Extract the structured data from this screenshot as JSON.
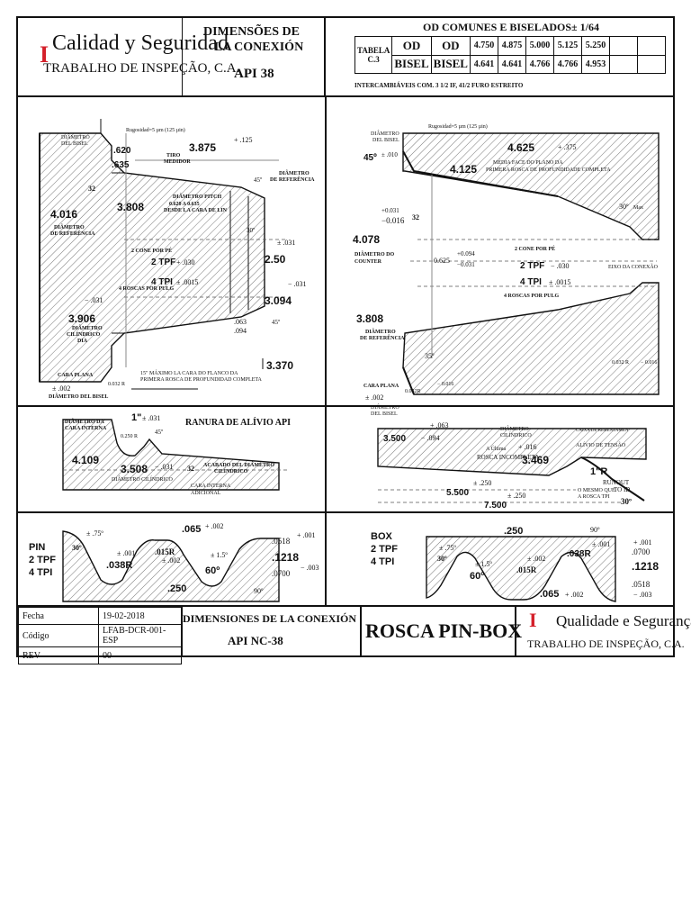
{
  "header": {
    "logo_letter": "I",
    "company_es": "Calidad y Seguridad",
    "company_sub": "TRABALHO DE INSPEÇÃO, C.A.",
    "title_line1": "DIMENSÕES DE",
    "title_line2": "LA CONEXIÓN",
    "title_line3": "API 38",
    "od_title": "OD  COMUNES  E  BISELADOS± 1/64",
    "table_label1": "TABELA",
    "table_label2": "C.3",
    "od_label": "OD",
    "bisel_label": "BISEL",
    "od_col": "OD",
    "bisel_col": "BISEL",
    "od_values": [
      "4.750",
      "4.875",
      "5.000",
      "5.125",
      "5.250"
    ],
    "bisel_values": [
      "4.641",
      "4.641",
      "4.766",
      "4.766",
      "4.953"
    ],
    "interchange_note": "INTERCAMBIÁVEIS COM. 3 1/2 IF, 41/2 FURO ESTREITO"
  },
  "pin_diagram": {
    "rugosity": "Rugosidad=5 µm (125 µin)",
    "bevel_diameter": [
      "DIÂMETRO",
      "DEL BISEL"
    ],
    "d_620": ".620",
    "d_635": ".635",
    "tiro1": "TIRO",
    "tiro2": "MEDIDOR",
    "d_3875": "3.875",
    "tol_125": "+ .125",
    "angle_45": "45º",
    "ref_diam": [
      "DIÂMETRO",
      "DE REFERÊNCIA"
    ],
    "angle_32": "32",
    "d_4016": "4.016",
    "ref_diam2": [
      "DIÂMETRO",
      "DE REFERÊNCIA"
    ],
    "d_3808": "3.808",
    "pitch1": "DIÂMETRO PITCH",
    "pitch2": "0.620 A 0.635",
    "pitch3": "DESDE LA CARA DE LIN",
    "angle_30": "30º",
    "tol_031a": "± .031",
    "cone": "2 CONE POR PÉ",
    "tpf": "2 TPF",
    "tol_030": "+ .030",
    "d_250": "2.50",
    "tol_031b": "− .031",
    "tpi": "4 TPI",
    "tol_0015": "± .0015",
    "roscas": "4 ROSCAS POR PULG",
    "d_3094": "3.094",
    "tol_031c": "− .031",
    "d_3906": "3.906",
    "cyl1": "DIÂMETRO",
    "cyl2": "CILÍNDRICO",
    "cyl3": "DIA",
    "d_063": ".063",
    "d_094": ".094",
    "angle_45b": "45º",
    "d_3370": "3.370",
    "flat_face": "CARA PLANA",
    "tol_002": "± .002",
    "d_032": "0.032 R",
    "note_flank": "15\" MÁXIMO LA CARA DO FLANCO DA",
    "note_flank2": "PRIMERA ROSCA DE PROFUNDIDAD COMPLETA",
    "bevel_diam_bottom": "DIÂMETRO DEL BISEL"
  },
  "box_diagram": {
    "rugosity": "Rugosidad=5 µm (125 µin)",
    "bevel_diameter": [
      "DIÂMETRO",
      "DEL BISEL"
    ],
    "angle_45": "45º",
    "tol_010": "± .010",
    "d_4625": "4.625",
    "tol_375": "+ .375",
    "d_4125": "4.125",
    "note_plane": "MÉDIA FACE DO PLANO DA",
    "note_plane2": "PRIMERA ROSCA DE PROFUNDIDADE COMPLETA",
    "angle_30": "30º",
    "max": "Max",
    "tol_031": "+0.031",
    "tol_016": "−0.016",
    "angle_32": "32",
    "d_4078": "4.078",
    "counter1": "DIÂMETRO  DO",
    "counter2": "COUNTER",
    "d_625": "0.625",
    "tol_094": "+0.094",
    "tol_031b": "−0.031",
    "cone": "2 CONE POR PÉ",
    "tpf": "2 TPF",
    "tol_030": "− .030",
    "axis": "EIXO DA CONEXÃO",
    "tpi": "4 TPI",
    "tol_0015": "± .0015",
    "roscas": "4 ROSCAS POR PULG",
    "d_3808": "3.808",
    "ref_diam": [
      "DIÂMETRO",
      "DE REFERÊNCIA"
    ],
    "angle_35": "35º",
    "d_032": "0.032 R",
    "tol_016b": "− 0.016",
    "flat_face": "CARA PLANA",
    "tol_002": "± .002",
    "d_032b": "0.032R",
    "tol_016c": "− 0.016",
    "bevel_bottom": [
      "DIÂMETRO",
      "DEL BISEL"
    ]
  },
  "relief_diagram": {
    "face_diam": [
      "DIÂMETRO DA",
      "CARA INTERNA"
    ],
    "d_1": "1\"",
    "tol_031": "± .031",
    "title": "RANURA DE ALÍVIO API",
    "d_250r": "0.250 R",
    "angle_45": "45º",
    "d_4109": "4.109",
    "d_3508": "3.508",
    "tol_031b": "− .031",
    "angle_32": "32",
    "note1": "ACABADO DEL DIÁMETRO",
    "note2": "CILÍNDRICO",
    "cyl": "DIÂMETRO  CILÍNDRICO",
    "face1": "CARA INTERNA",
    "face2": "ADICIONAL"
  },
  "stress_diagram": {
    "tol_063": "+ .063",
    "d_3500": "3.500",
    "tol_094": "− .094",
    "cyl": [
      "DIÂMETRO",
      "CILÍNDRICO"
    ],
    "cavity": "CAIXA DE REBENTAMEN",
    "relief": "ALÍVIO DE TENSÃO",
    "tol_016": "+ .016",
    "last": "A Última",
    "incomplete": "ROSCA INCOMPLETA",
    "d_3469": "3.469",
    "d_1r": "1\"R",
    "runout": "RUNOUT",
    "toid": "TO ID",
    "tol_250a": "± .250",
    "d_5500": "5.500",
    "tol_250b": "± .250",
    "same": "O MESMO QUE",
    "same2": "A ROSCA TPI",
    "d_7500": "7.500",
    "angle_30": "30º"
  },
  "pin_profile": {
    "pin": "PIN",
    "tpf": "2 TPF",
    "tpi": "4 TPI",
    "tol_75": "± .75º",
    "angle_30": "30º",
    "tol_001": "± .001",
    "d_038r": ".038R",
    "d_015r": ".015R",
    "tol_002": "± .002",
    "d_065": ".065",
    "tol_002b": "+ .002",
    "tol_15": "± 1.5º",
    "angle_60": "60º",
    "d_0518": ".0518",
    "tol_001b": "+ .001",
    "d_1218": ".1218",
    "d_0700": ".0700",
    "tol_003": "− .003",
    "d_250": ".250",
    "angle_90": "90º"
  },
  "box_profile": {
    "box": "BOX",
    "tpf": "2 TPF",
    "tpi": "4 TPI",
    "d_250": ".250",
    "angle_90": "90º",
    "tol_75": "± .75º",
    "angle_30": "30º",
    "tol_001": "± .001",
    "d_038r": ".038R",
    "tol_002": "± .002",
    "d_015r": ".015R",
    "tol_15": "± 1.5º",
    "angle_60": "60º",
    "d_0700": ".0700",
    "tol_001b": "+ .001",
    "d_1218": ".1218",
    "d_0518": ".0518",
    "tol_003": "− .003",
    "d_065": ".065",
    "tol_002b": "+ .002"
  },
  "footer": {
    "fecha_label": "Fecha",
    "fecha_value": "19-02-2018",
    "codigo_label": "Código",
    "codigo_value": "LFAB-DCR-001-ESP",
    "rev_label": "REV",
    "rev_value": "00",
    "dim_title": "DIMENSIONES DE LA CONEXIÓN",
    "dim_sub": "API NC-38",
    "rosca": "ROSCA PIN-BOX",
    "logo_letter": "I",
    "company_pt": "Qualidade e Segurança",
    "company_sub": "TRABALHO DE INSPEÇÃO, C.A."
  },
  "colors": {
    "logo_red": "#d4202a",
    "ink": "#111111"
  }
}
